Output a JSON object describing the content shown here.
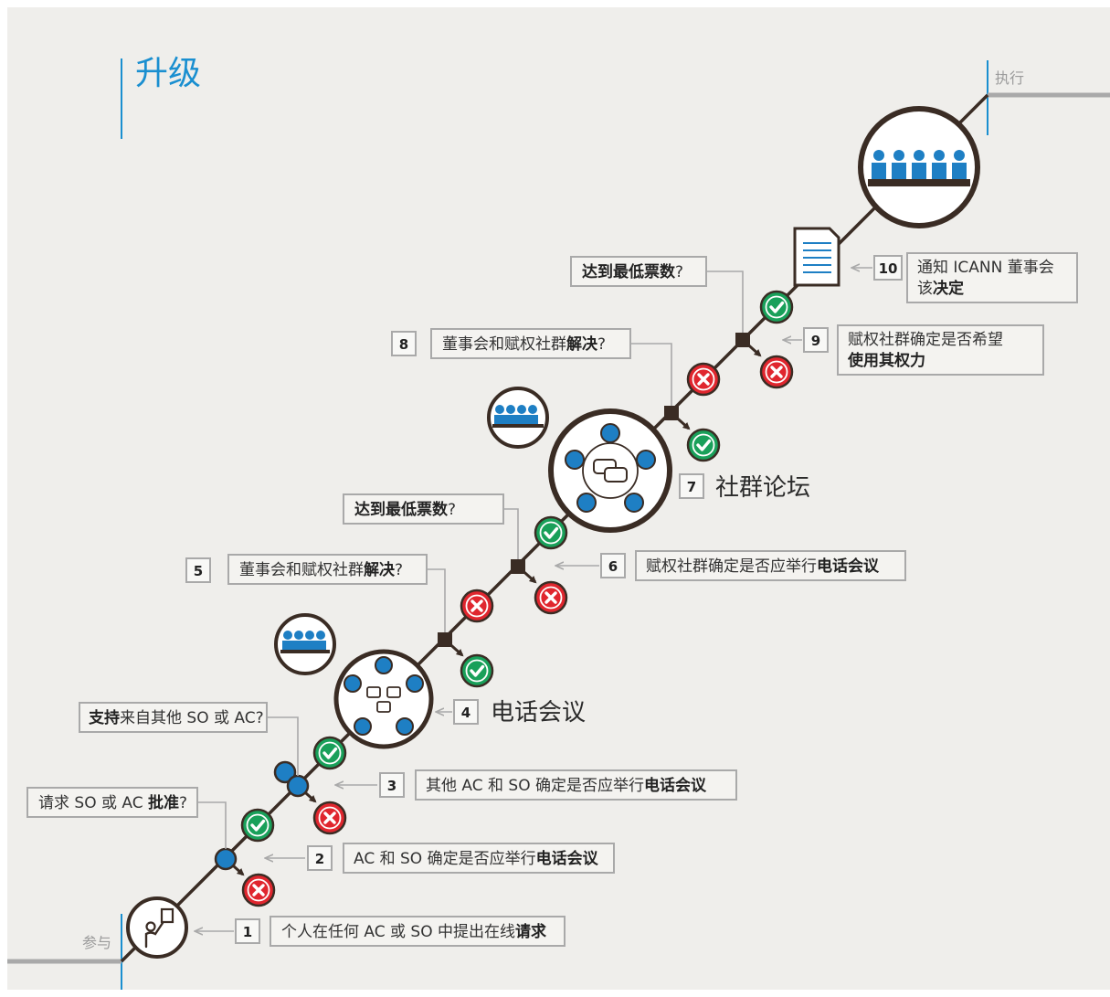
{
  "title": "升级",
  "corner_top_right": "执行",
  "corner_bottom_left": "参与",
  "steps": {
    "s1": {
      "num": "1",
      "text": "个人在任何 AC 或 SO 中提出在线",
      "bold": "请求"
    },
    "s2": {
      "num": "2",
      "text": "AC 和 SO 确定是否应举行",
      "bold": "电话会议"
    },
    "s3": {
      "num": "3",
      "text": "其他 AC 和 SO 确定是否应举行",
      "bold": "电话会议"
    },
    "s4": {
      "num": "4",
      "label": "电话会议"
    },
    "s5": {
      "num": "5",
      "text": "董事会和赋权社群",
      "bold": "解决",
      "tail": "?"
    },
    "s6": {
      "num": "6",
      "text": "赋权社群确定是否应举行",
      "bold": "电话会议"
    },
    "s7": {
      "num": "7",
      "label": "社群论坛"
    },
    "s8": {
      "num": "8",
      "text": "董事会和赋权社群",
      "bold": "解决",
      "tail": "?"
    },
    "s9": {
      "num": "9",
      "line1": "赋权社群确定是否希望",
      "line2": "使用其权力"
    },
    "s10": {
      "num": "10",
      "line1": "通知 ICANN 董事会",
      "line2_plain": "该",
      "line2_bold": "决定"
    }
  },
  "questions": {
    "q_approve": {
      "text": "请求 SO 或 AC ",
      "bold": "批准",
      "tail": "?"
    },
    "q_support": {
      "bold": "支持",
      "text": "来自其他 SO 或 AC?"
    },
    "q_min_votes_1": {
      "bold": "达到最低票数",
      "tail": "?"
    },
    "q_min_votes_2": {
      "bold": "达到最低票数",
      "tail": "?"
    }
  },
  "colors": {
    "accent_blue": "#1a8fd0",
    "node_blue": "#1e7fc4",
    "line_dark": "#3a2c24",
    "check_green": "#19a05a",
    "cross_red": "#e0262e",
    "box_border": "#a9a9a9",
    "background": "#efeeeb"
  }
}
